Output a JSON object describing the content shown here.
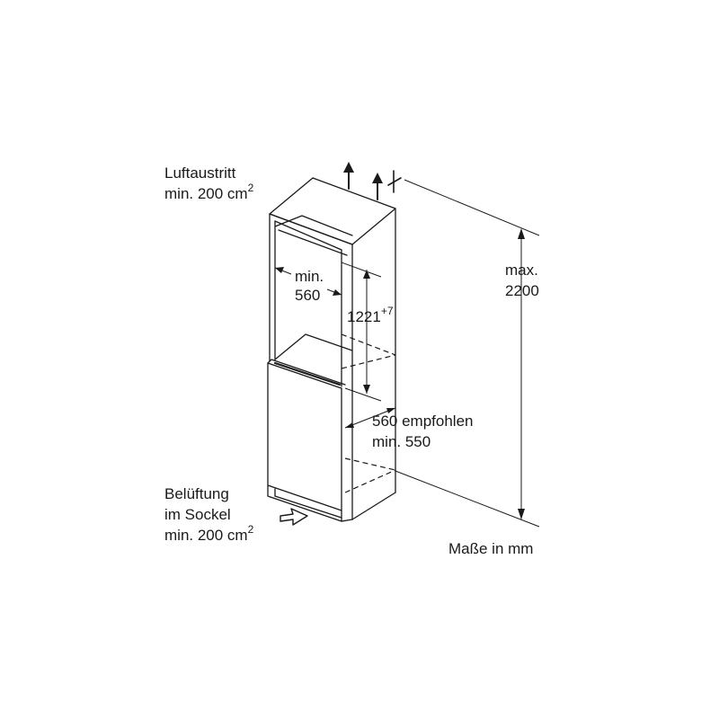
{
  "labels": {
    "air_outlet": "Luftaustritt",
    "air_outlet_area": "min. 200 cm",
    "air_outlet_area_sup": "2",
    "ventilation": "Belüftung",
    "in_plinth": "im Sockel",
    "ventilation_area": "min. 200 cm",
    "ventilation_area_sup": "2",
    "depth_min_label": "min.",
    "depth_min_value": "560",
    "niche_height": "1221",
    "niche_height_tolerance": "+7",
    "max_label": "max.",
    "max_value": "2200",
    "width_recommended": "560 empfohlen",
    "width_min": "min. 550",
    "units_note": "Maße in mm"
  },
  "colors": {
    "line": "#1a1a1a",
    "background": "#ffffff"
  }
}
